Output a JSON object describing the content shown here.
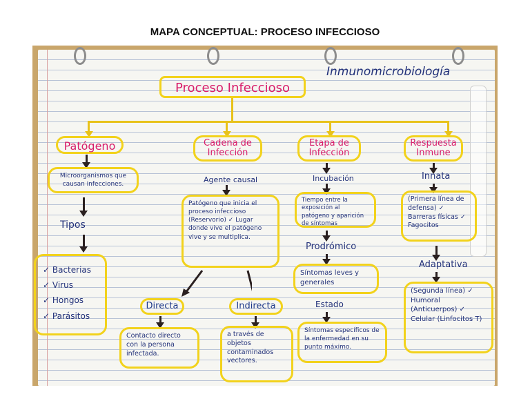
{
  "title": "MAPA CONCEPTUAL: PROCESO INFECCIOSO",
  "subject": "Inmunomicrobiología",
  "root": "Proceso Infeccioso",
  "branches": {
    "patogeno": {
      "title": "Patógeno",
      "definition": "Microorganismos que causan infecciones.",
      "types_label": "Tipos",
      "types": [
        "✓ Bacterias",
        "✓ Virus",
        "✓ Hongos",
        "✓ Parásitos"
      ]
    },
    "cadena": {
      "title": "Cadena de Infección",
      "sublabel": "Agente causal",
      "text": "Patógeno que inicia el proceso infeccioso (Reservorio) ✓ Lugar donde vive el patógeno vive y se multiplica.",
      "directa": "Directa",
      "directa_text": "Contacto directo con la persona infectada.",
      "indirecta": "Indirecta",
      "indirecta_text": "a través de objetos contaminados vectores."
    },
    "etapa": {
      "title": "Etapa de Infección",
      "incubacion": "Incubación",
      "incubacion_text": "Tiempo entre la exposición al patógeno y aparición de síntomas",
      "prodromico": "Prodrómico",
      "prodromico_text": "Síntomas leves y generales",
      "estado": "Estado",
      "estado_text": "Síntomas específicos de la enfermedad en su punto máximo."
    },
    "respuesta": {
      "title": "Respuesta Inmune",
      "innata": "Innata",
      "innata_text": "(Primera línea de defensa) ✓ Barreras físicas ✓ Fagocitos",
      "adaptativa": "Adaptativa",
      "adaptativa_text": "(Segunda línea) ✓ Humoral (Anticuerpos) ✓ Celular (Linfocitos T)"
    }
  },
  "colors": {
    "connector": "#e8c21a",
    "box_border": "#f2d21c",
    "title_text": "#d81c6a",
    "note_text": "#23327a"
  }
}
